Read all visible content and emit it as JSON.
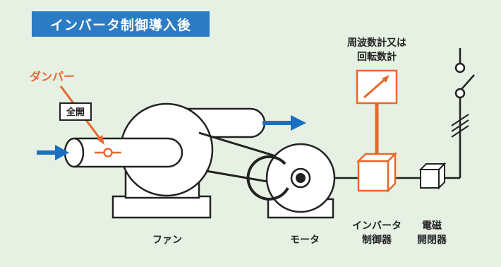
{
  "title": "インバータ制御導入後",
  "labels": {
    "damper": "ダンパー",
    "full_open": "全開",
    "meter_line1": "周波数計又は",
    "meter_line2": "回転数計",
    "fan": "ファン",
    "motor": "モータ",
    "inverter_line1": "インバータ",
    "inverter_line2": "制御器",
    "contactor_line1": "電磁",
    "contactor_line2": "開閉器"
  },
  "colors": {
    "background": "#e6f1e3",
    "title_bg": "#2b7cc5",
    "accent_orange": "#e8672c",
    "flow_arrow": "#1a6fc0",
    "equipment_fill": "#ffffff",
    "line": "#222222"
  }
}
